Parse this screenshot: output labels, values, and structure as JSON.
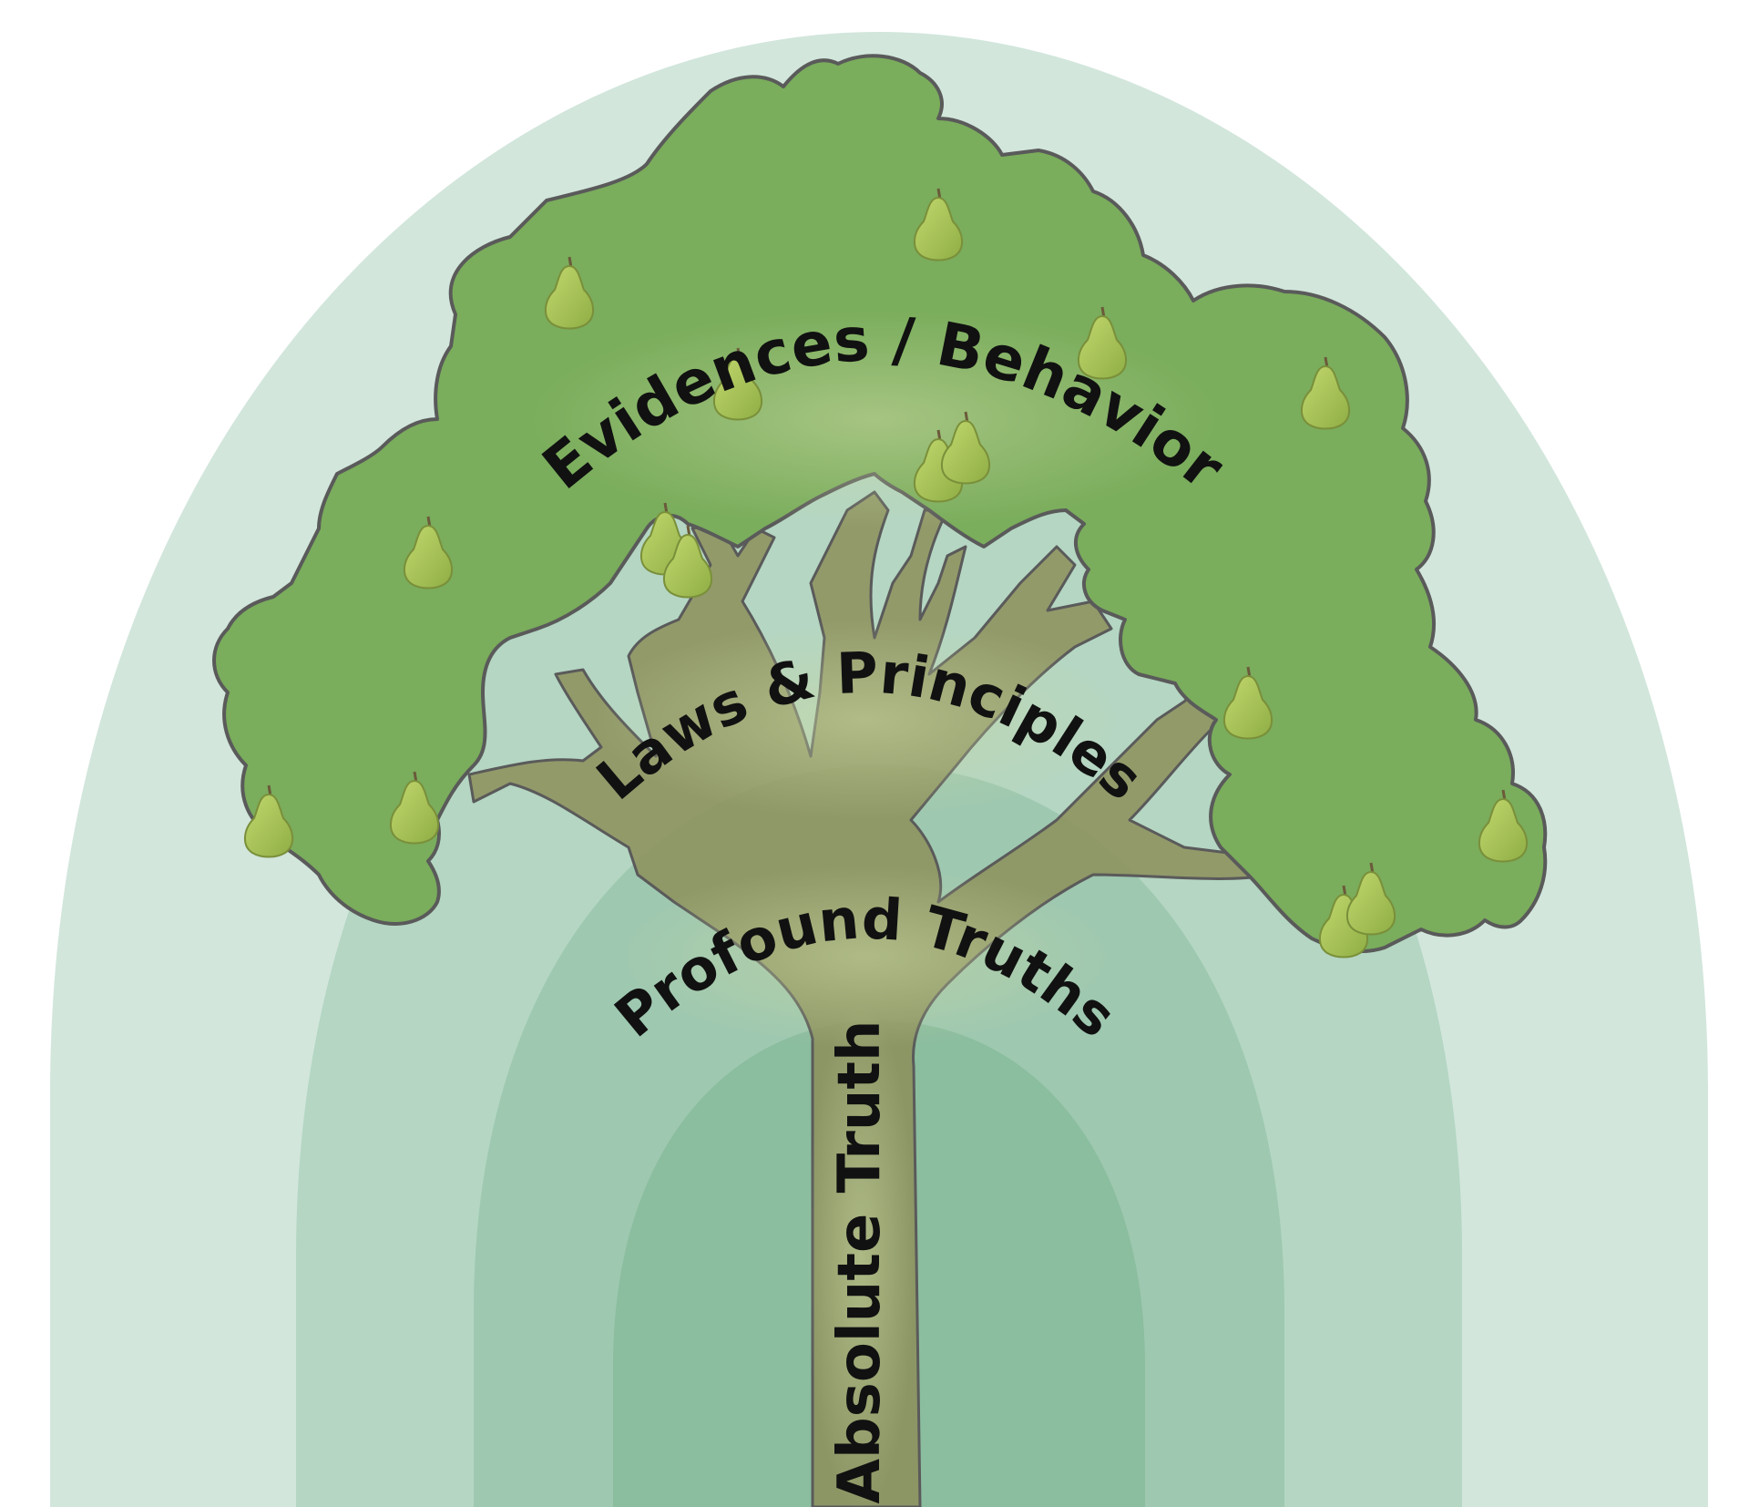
{
  "diagram": {
    "layers": [
      {
        "id": "evidences",
        "label": "Evidences / Behavior"
      },
      {
        "id": "laws",
        "label": "Laws & Principles"
      },
      {
        "id": "profound",
        "label": "Profound Truths"
      },
      {
        "id": "absolute",
        "label": "Absolute Truth"
      }
    ],
    "colors": {
      "background": "#ffffff",
      "ring_outer": "#d2e6dc",
      "ring_2": "#b4d6c3",
      "ring_3": "#9ec8b0",
      "ring_inner": "#8bbd9f",
      "canopy": "#7aad5c",
      "canopy_outline": "#5a5a5a",
      "trunk": "#8c8f5a",
      "pear": "#a8c45a",
      "text": "#111111"
    },
    "icons": [
      "pear-icon",
      "tree-canopy",
      "tree-trunk"
    ]
  }
}
